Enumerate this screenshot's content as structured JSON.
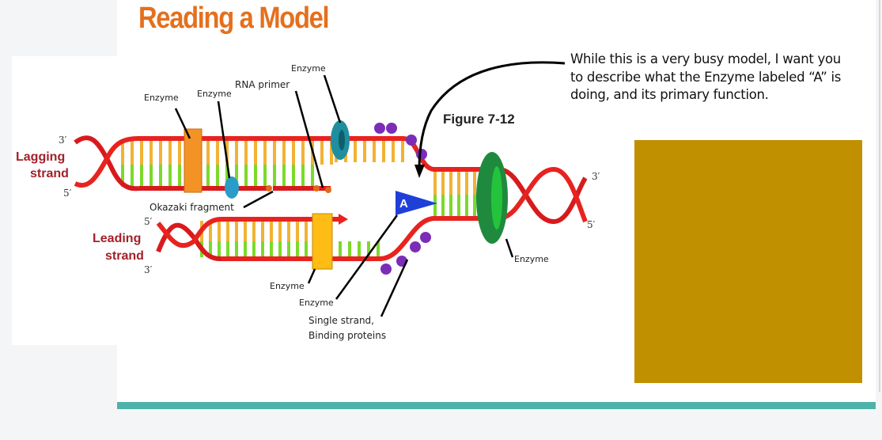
{
  "slide": {
    "title": "Reading a Model",
    "question": "While this is a very busy model, I want you to describe what the Enzyme labeled “A” is doing, and its primary function."
  },
  "figure": {
    "caption": "Figure 7-12",
    "labels": {
      "lagging_1": "Lagging",
      "lagging_2": "strand",
      "leading_1": "Leading",
      "leading_2": "strand",
      "enzyme": "Enzyme",
      "rna_primer": "RNA primer",
      "okazaki": "Okazaki fragment",
      "ssb_1": "Single strand,",
      "ssb_2": "Binding proteins",
      "three_prime": "3′",
      "five_prime": "5′",
      "a_marker": "A"
    }
  },
  "colors": {
    "title": "#e4701e",
    "accent_bar": "#4db3a8",
    "placeholder_box": "#c09000",
    "strand": "#e0191b"
  }
}
